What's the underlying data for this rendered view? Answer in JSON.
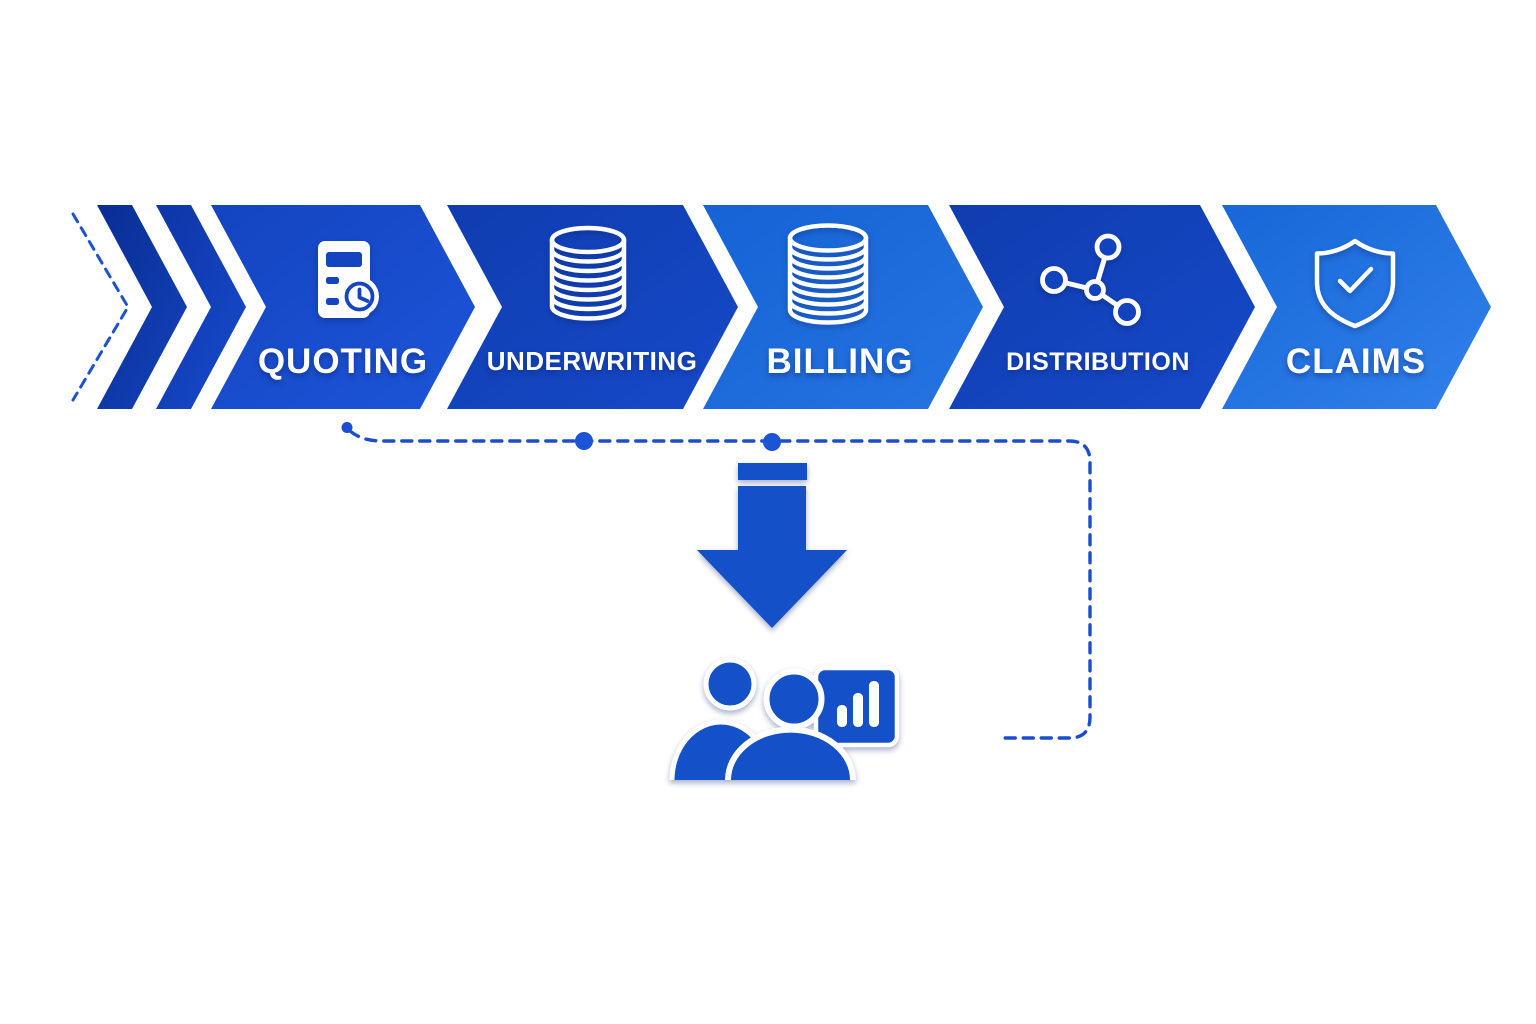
{
  "diagram_type": "process-flow",
  "stages": [
    {
      "label": "QUOTING",
      "icon": "calculator-clock-icon",
      "palette": "royal"
    },
    {
      "label": "UNDERWRITING",
      "icon": "coin-stack-icon",
      "palette": "royal"
    },
    {
      "label": "BILLING",
      "icon": "coin-stack-icon",
      "palette": "azure"
    },
    {
      "label": "DISTRIBUTION",
      "icon": "network-nodes-icon",
      "palette": "royal"
    },
    {
      "label": "CLAIMS",
      "icon": "shield-check-icon",
      "palette": "azure"
    }
  ],
  "connector": {
    "style": "dashed",
    "dot_count": 3,
    "arrow_icon": "down-arrow-icon",
    "target_icon": "audience-analytics-icon"
  },
  "colors": {
    "background": "#FFFFFF",
    "royal_dark": "#0F3DB0",
    "royal_light": "#1C55D8",
    "azure_dark": "#1563D4",
    "azure_light": "#2E7CE6",
    "accent_navy": "#0A2D92",
    "arrow_blue": "#1450C8",
    "connector_blue": "#1B4ECE",
    "icon_white": "#FFFFFF"
  }
}
